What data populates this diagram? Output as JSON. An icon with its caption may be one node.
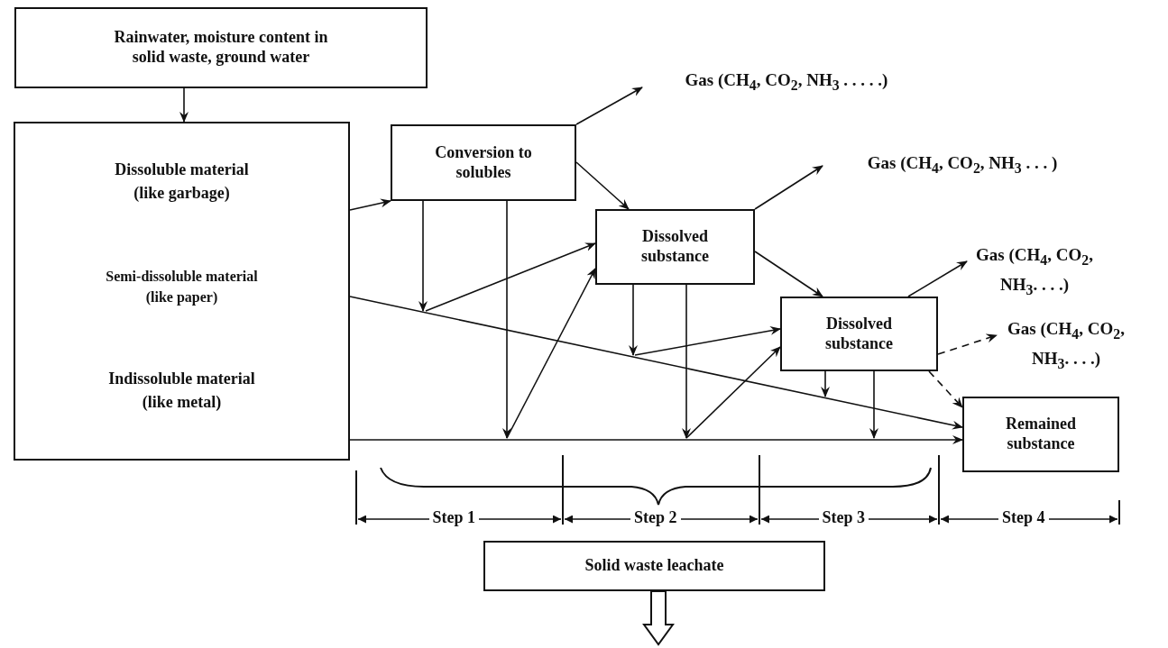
{
  "diagram": {
    "nodes": [
      {
        "text": [
          "Rainwater, moisture content in solid waste, ground water"
        ]
      },
      {
        "text": [
          "Dissoluble material (like garbage)",
          "Semi-dissoluble material (like paper)",
          "Indissoluble material (like metal)"
        ]
      },
      {
        "text": [
          "Conversion to solubles"
        ]
      },
      {
        "text": [
          "Dissolved substance"
        ]
      },
      {
        "text": [
          "Dissolved substance"
        ]
      },
      {
        "text": [
          "Remained substance"
        ]
      },
      {
        "text": [
          "Solid waste leachate"
        ]
      },
      {
        "text": [
          "Gas (CH$_{4}$, CO$_{2}$, NH$_{3}$ . . . . .)"
        ]
      },
      {
        "text": [
          "Gas (CH$_{4}$, CO$_{2}$, NH$_{3}$ . . . )"
        ]
      },
      {
        "text": [
          "Gas (CH$_{4}$, CO$_{2}$, NH$_{3}$. . . .)"
        ]
      },
      {
        "text": [
          "Gas (CH$_{4}$, CO$_{2}$, NH$_{3}$. . . .)"
        ]
      }
    ],
    "edges": [
      {
        "from": 0,
        "to": 1,
        "arrow": "to"
      },
      {
        "from": 1,
        "to": 2,
        "arrow": "to"
      },
      {
        "from": 2,
        "to": 7,
        "arrow": "to"
      },
      {
        "from": 2,
        "to": 3,
        "arrow": "to"
      },
      {
        "from": 3,
        "to": 8,
        "arrow": "to"
      },
      {
        "from": 3,
        "to": 4,
        "arrow": "to"
      },
      {
        "from": 4,
        "to": 9,
        "arrow": "to"
      },
      {
        "from": 4,
        "to": 10,
        "arrow": "to",
        "style": "dashed"
      },
      {
        "from": 4,
        "to": 5,
        "arrow": "to",
        "style": "dashed"
      },
      {
        "from": 1,
        "to": 5,
        "arrow": "to"
      },
      {
        "from": 1,
        "to": 5,
        "arrow": "to"
      },
      {
        "from": 2,
        "to": null,
        "arrow": "to"
      },
      {
        "from": null,
        "to": 3,
        "arrow": "to"
      },
      {
        "from": 2,
        "to": null,
        "arrow": "to"
      },
      {
        "from": null,
        "to": 3,
        "arrow": "to"
      },
      {
        "from": 3,
        "to": null,
        "arrow": "to"
      },
      {
        "from": null,
        "to": 4,
        "arrow": "to"
      },
      {
        "from": 3,
        "to": null,
        "arrow": "to"
      },
      {
        "from": null,
        "to": 4,
        "arrow": "to"
      },
      {
        "from": 4,
        "to": null,
        "arrow": "to"
      },
      {
        "from": 4,
        "to": null,
        "arrow": "to"
      },
      {
        "from": 6,
        "to": null,
        "arrow": "to",
        "style": "thick"
      }
    ],
    "labels": [
      "Step 1",
      "Step 2",
      "Step 3",
      "Step 4"
    ]
  }
}
